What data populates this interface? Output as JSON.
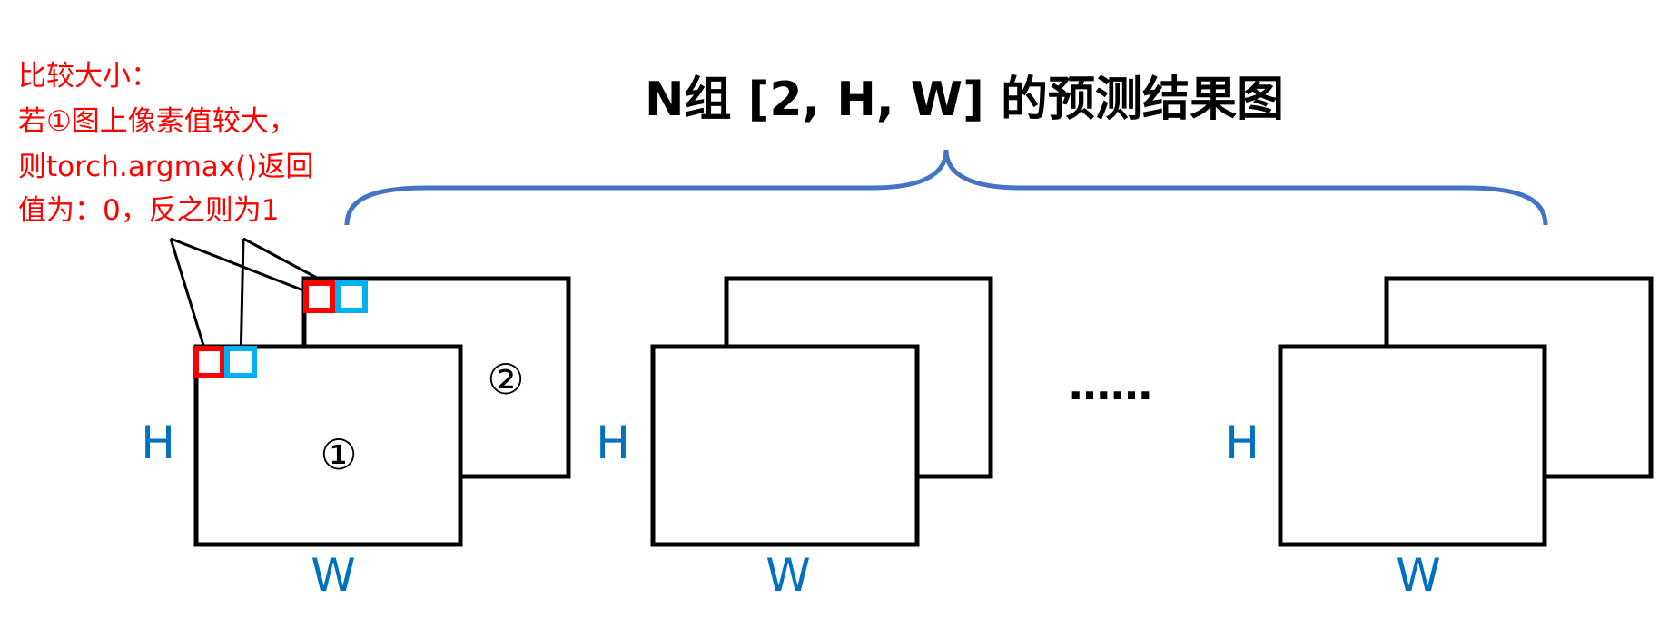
{
  "title": "N组 [2, H, W] 的预测结果图",
  "note": {
    "lines": [
      "比较大小：",
      "若①图上像素值较大，",
      "则torch.argmax()返回",
      "值为：0，反之则为1"
    ]
  },
  "groups": [
    {
      "front_label": "①",
      "back_label": "②",
      "height_label": "H",
      "width_label": "W"
    },
    {
      "front_label": "",
      "back_label": "",
      "height_label": "H",
      "width_label": "W"
    },
    {
      "front_label": "",
      "back_label": "",
      "height_label": "H",
      "width_label": "W"
    }
  ],
  "ellipsis": "……",
  "colors": {
    "title": "#000000",
    "note": "#ff0000",
    "dimension_labels": "#0070c0",
    "brace": "#4472c4",
    "pixel_map1": "#ff0000",
    "pixel_map2": "#00b0f0",
    "frame": "#000000"
  }
}
